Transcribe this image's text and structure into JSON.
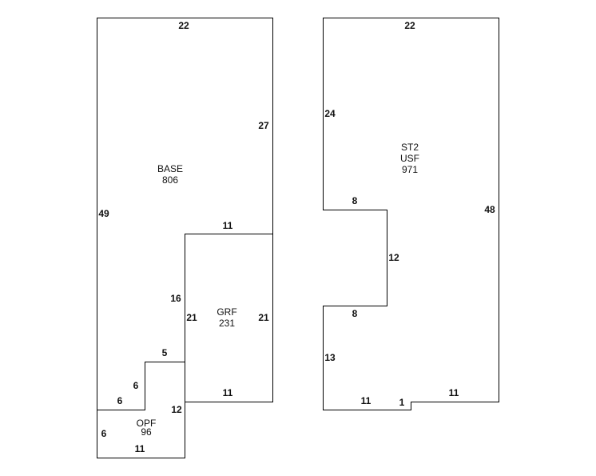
{
  "sketch_left": {
    "areas": [
      {
        "code": "BASE",
        "size": "806"
      },
      {
        "code": "GRF",
        "size": "231"
      },
      {
        "code": "OPF",
        "size": "96"
      }
    ],
    "dimensions": {
      "base_top": "22",
      "base_right": "27",
      "base_left": "49",
      "grf_top": "11",
      "base_inner_16": "16",
      "grf_left": "21",
      "grf_right": "21",
      "grf_bottom": "11",
      "step_5": "5",
      "step_6_vertical": "6",
      "step_6_horizontal": "6",
      "opf_right": "12",
      "opf_left": "6",
      "opf_bottom": "11"
    }
  },
  "sketch_right": {
    "area": {
      "code1": "ST2",
      "code2": "USF",
      "size": "971"
    },
    "dimensions": {
      "top": "22",
      "left_upper": "24",
      "right": "48",
      "notch_top": "8",
      "notch_depth": "12",
      "notch_bottom": "8",
      "left_lower": "13",
      "bottom_left": "11",
      "bottom_step": "1",
      "bottom_right": "11"
    }
  }
}
